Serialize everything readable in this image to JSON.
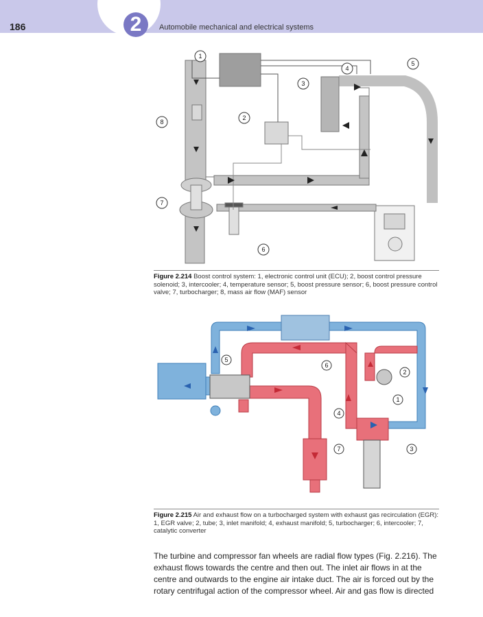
{
  "header": {
    "page_number": "186",
    "chapter_number": "2",
    "running_title": "Automobile mechanical and electrical systems"
  },
  "figure_1": {
    "callouts": [
      "1",
      "2",
      "3",
      "4",
      "5",
      "6",
      "7",
      "8"
    ],
    "caption_label": "Figure 2.214",
    "caption_text": "Boost control system: 1, electronic control unit (ECU); 2, boost control pressure solenoid; 3, intercooler; 4, temperature sensor; 5, boost pressure sensor; 6, boost pressure control valve; 7, turbocharger; 8, mass air flow (MAF) sensor"
  },
  "figure_2": {
    "callouts": [
      "1",
      "2",
      "3",
      "4",
      "5",
      "6",
      "7"
    ],
    "caption_label": "Figure 2.215",
    "caption_text": "Air and exhaust flow on a turbocharged system with exhaust gas recirculation (EGR): 1, EGR valve; 2, tube; 3, inlet manifold; 4, exhaust manifold; 5, turbocharger; 6, intercooler; 7, catalytic converter"
  },
  "body_text": "The turbine and compressor fan wheels are radial flow types (Fig. 2.216). The exhaust flows towards the centre and then out. The inlet air flows in at the centre and outwards to the engine air intake duct. The air is forced out by the rotary centrifugal action of the compressor wheel. Air and gas flow is directed",
  "colors": {
    "header_band": "#c9c8ea",
    "chapter_badge": "#7a78c4",
    "duct_grey": "#bdbdbd",
    "inlet_blue": "#7fb2dc",
    "exhaust_red": "#e8707a"
  }
}
